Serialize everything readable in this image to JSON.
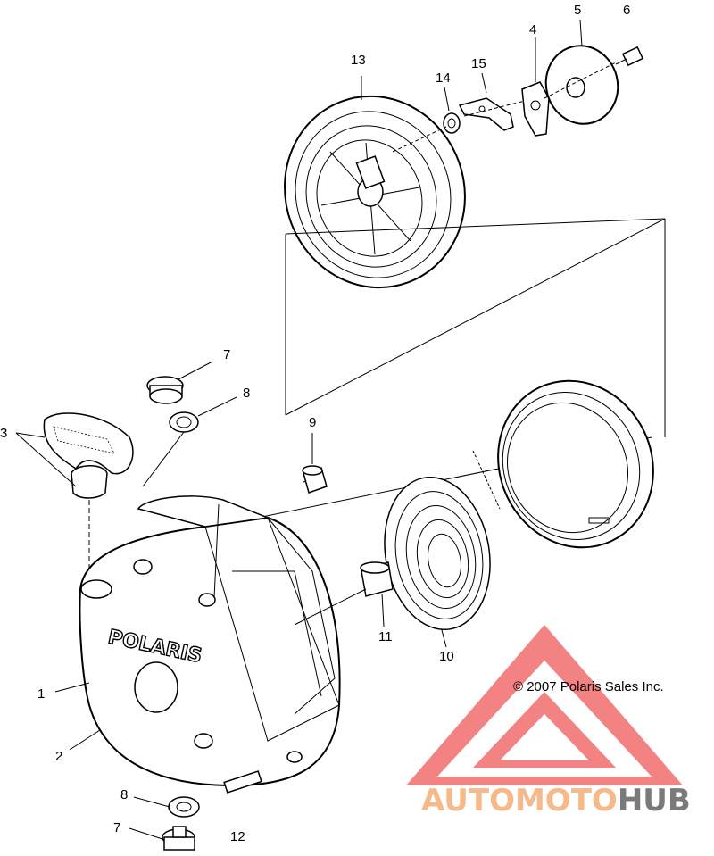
{
  "diagram": {
    "labels": {
      "l1": "1",
      "l2": "2",
      "l3": "3",
      "l4": "4",
      "l5": "5",
      "l6": "6",
      "l7a": "7",
      "l7b": "7",
      "l8a": "8",
      "l8b": "8",
      "l9": "9",
      "l10": "10",
      "l11": "11",
      "l12": "12",
      "l13": "13",
      "l14": "14",
      "l15": "15"
    },
    "housing_logo": "POLARIS",
    "copyright": "© 2007 Polaris Sales Inc.",
    "watermark": {
      "part1": "AUTOMOTO",
      "part2": "HUB",
      "color1": "#f5b98a",
      "color2": "#7a7a7a",
      "triangle_color": "#f08080"
    }
  }
}
